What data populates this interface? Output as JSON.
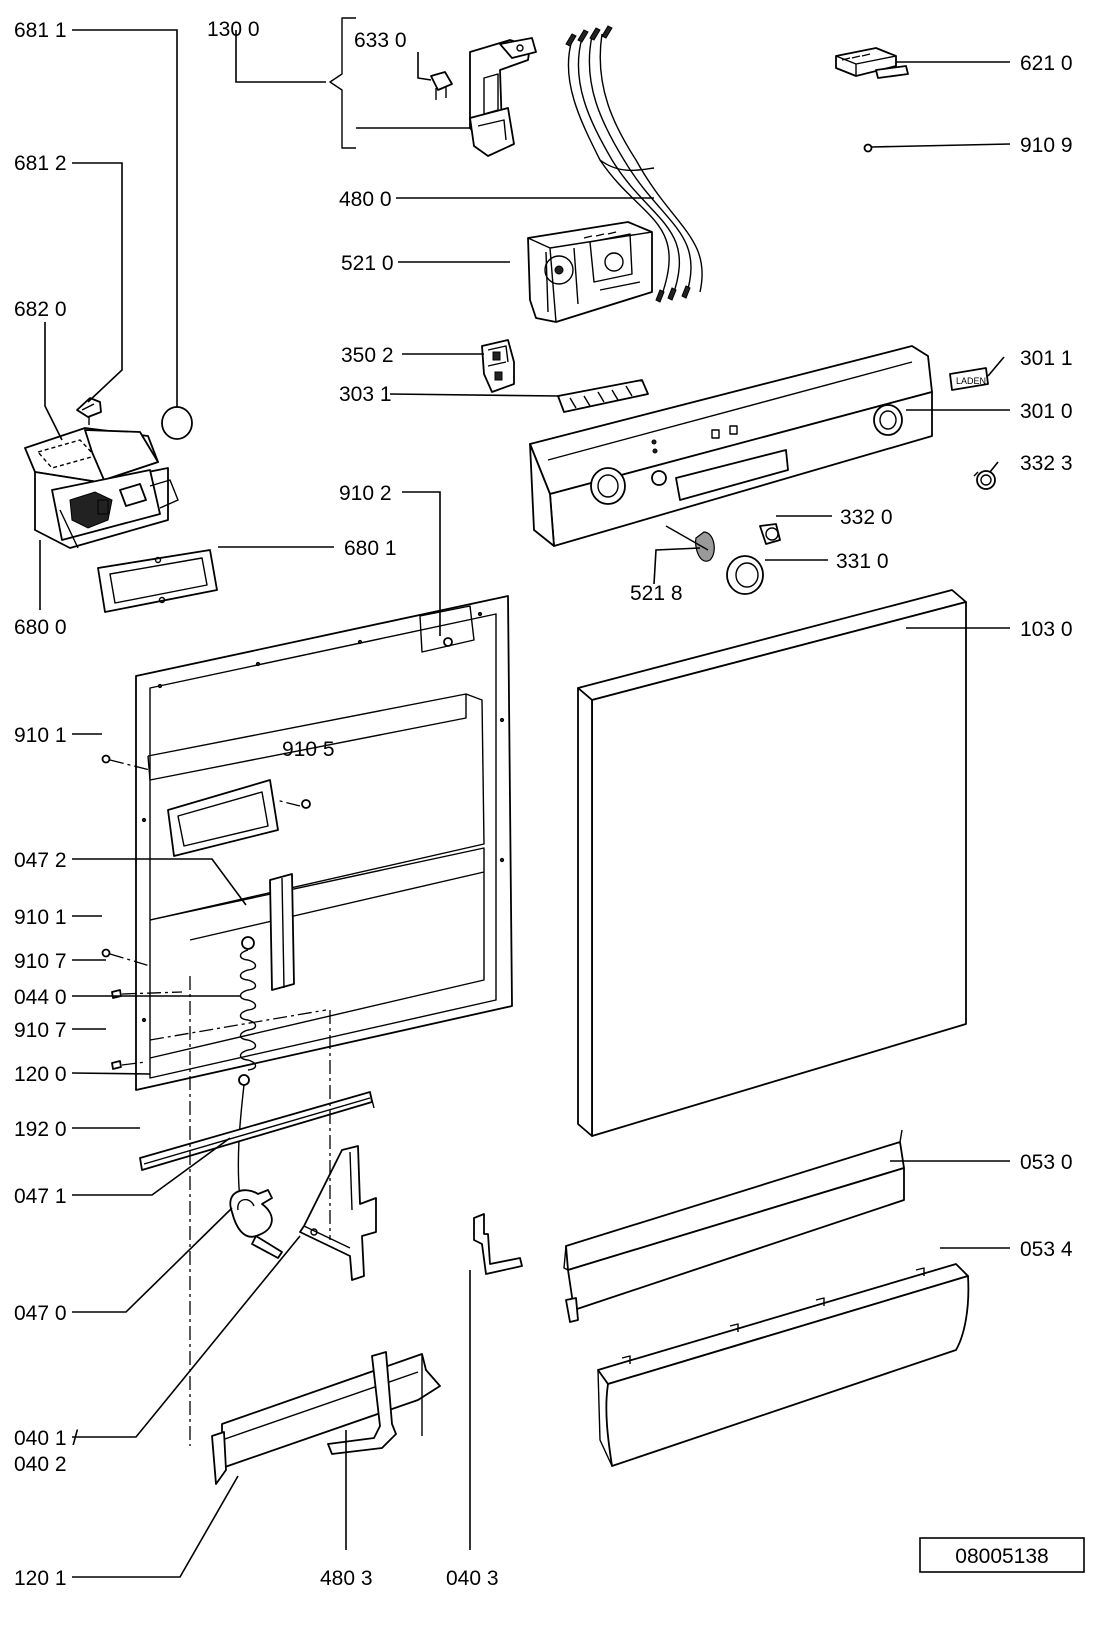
{
  "labels": {
    "l6811": "681 1",
    "l1300": "130 0",
    "l6330": "633 0",
    "l6210": "621 0",
    "l9109": "910 9",
    "l6812": "681 2",
    "l4800": "480 0",
    "l5210": "521 0",
    "l6820": "682 0",
    "l3502": "350 2",
    "l3011": "301 1",
    "l3031": "303 1",
    "l3010": "301 0",
    "l3323": "332 3",
    "l9102": "910 2",
    "l3320": "332 0",
    "l6801": "680 1",
    "l3310": "331 0",
    "l5218": "521 8",
    "l6800": "680 0",
    "l1030": "103 0",
    "l9101a": "910 1",
    "l9105": "910 5",
    "l0472": "047 2",
    "l9101b": "910 1",
    "l9107a": "910 7",
    "l0440": "044 0",
    "l9107b": "910 7",
    "l1200": "120 0",
    "l1920": "192 0",
    "l0530": "053 0",
    "l0471": "047 1",
    "l0534": "053 4",
    "l0470": "047 0",
    "l0401a": "040 1 /",
    "l0401b": "040 2",
    "l1201": "120 1",
    "l4803": "480 3",
    "l0403": "040 3"
  },
  "panel_badge": "LADEN",
  "document_number": "08005138"
}
